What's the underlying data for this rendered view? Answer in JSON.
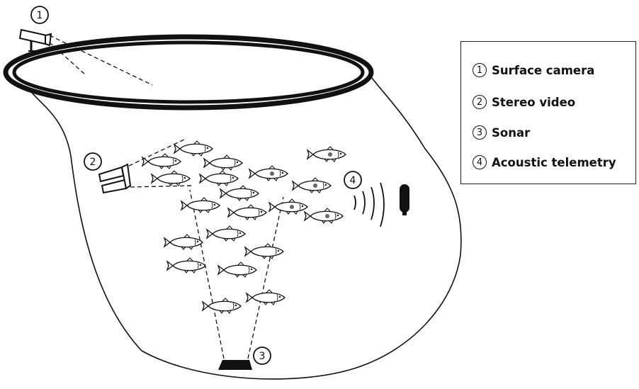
{
  "legend": {
    "items": [
      {
        "num": "1",
        "label": "Surface camera"
      },
      {
        "num": "2",
        "label": "Stereo video"
      },
      {
        "num": "3",
        "label": "Sonar"
      },
      {
        "num": "4",
        "label": "Acoustic telemetry"
      }
    ]
  },
  "markers": {
    "surface_camera": "1",
    "stereo_video": "2",
    "sonar": "3",
    "acoustic_telemetry": "4"
  },
  "colors": {
    "line": "#111111",
    "background": "#ffffff",
    "tag": "#666666"
  }
}
